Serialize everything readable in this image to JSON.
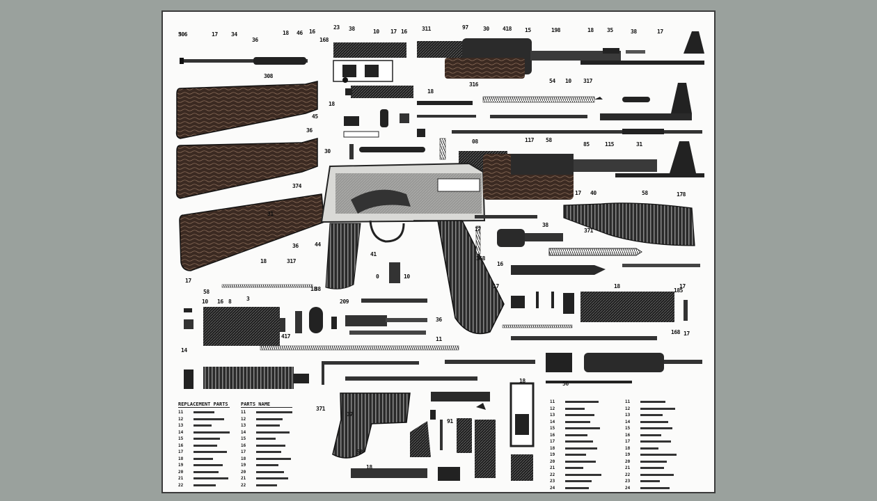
{
  "diagram": {
    "labels": [
      "306",
      "17",
      "34",
      "36",
      "18",
      "46",
      "16",
      "23",
      "38",
      "10",
      "17",
      "16",
      "311",
      "97",
      "30",
      "418",
      "15",
      "198",
      "18",
      "35",
      "38",
      "17",
      "168",
      "308",
      "316",
      "54",
      "10",
      "317",
      "18",
      "45",
      "18",
      "36",
      "30",
      "08",
      "117",
      "58",
      "85",
      "115",
      "31",
      "371",
      "17",
      "40",
      "58",
      "17",
      "374",
      "31",
      "36",
      "44",
      "41",
      "18",
      "317",
      "368",
      "0",
      "10",
      "17",
      "16",
      "38",
      "17",
      "58",
      "18",
      "10",
      "16",
      "8",
      "3",
      "38",
      "209",
      "36",
      "11",
      "417",
      "178",
      "18",
      "185",
      "17",
      "14",
      "371",
      "37",
      "18",
      "58",
      "91",
      "18",
      "17",
      "168",
      "56",
      "5"
    ],
    "legend_headings": [
      "REPLACEMENT PARTS",
      "PARTS NAME"
    ],
    "legend_numbers": [
      "11",
      "12",
      "13",
      "14",
      "15",
      "16",
      "17",
      "18",
      "19",
      "20",
      "21",
      "22",
      "23",
      "24"
    ]
  }
}
